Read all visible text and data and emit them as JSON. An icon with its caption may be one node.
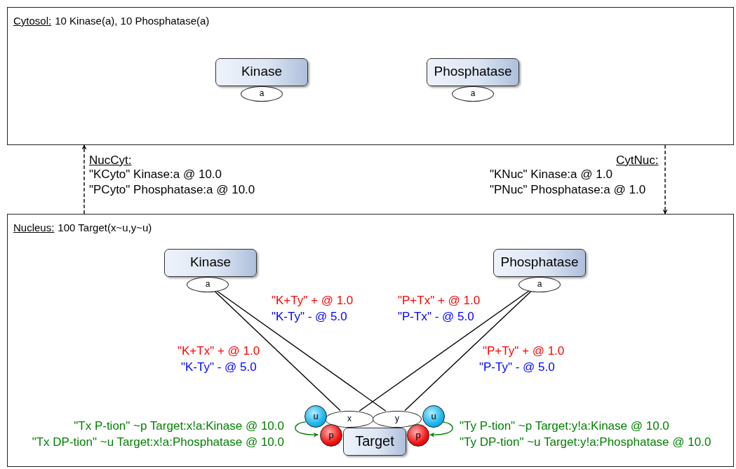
{
  "diagram": {
    "nodes": [
      {
        "text": [
          "Cytosol:",
          "10 Kinase(a), 10 Phosphatase(a)"
        ]
      },
      {
        "text": [
          "Kinase"
        ],
        "in": 0
      },
      {
        "text": [
          "a"
        ],
        "in": 0
      },
      {
        "text": [
          "Phosphatase"
        ],
        "in": 0
      },
      {
        "text": [
          "a"
        ],
        "in": 0
      },
      {
        "text": [
          "Nucleus:",
          "100 Target(x~u,y~u)"
        ]
      },
      {
        "text": [
          "Kinase"
        ],
        "in": 5
      },
      {
        "text": [
          "a"
        ],
        "in": 5
      },
      {
        "text": [
          "Phosphatase"
        ],
        "in": 5
      },
      {
        "text": [
          "a"
        ],
        "in": 5
      },
      {
        "text": [
          "Target"
        ],
        "in": 5
      },
      {
        "text": [
          "x"
        ],
        "in": 5
      },
      {
        "text": [
          "y"
        ],
        "in": 5
      },
      {
        "text": [
          "u"
        ],
        "in": 5
      },
      {
        "text": [
          "p"
        ],
        "in": 5
      },
      {
        "text": [
          "u"
        ],
        "in": 5
      },
      {
        "text": [
          "p"
        ],
        "in": 5
      }
    ],
    "edges": [
      {
        "from": 5,
        "to": 0,
        "arrow": "to",
        "style": "dashed",
        "label": "NucCyt:"
      },
      {
        "from": 0,
        "to": 5,
        "arrow": "to",
        "style": "dashed",
        "label": "CytNuc:"
      },
      {
        "from": 7,
        "to": 11,
        "arrow": "none"
      },
      {
        "from": 7,
        "to": 12,
        "arrow": "none"
      },
      {
        "from": 9,
        "to": 11,
        "arrow": "none"
      },
      {
        "from": 9,
        "to": 12,
        "arrow": "none"
      },
      {
        "from": 13,
        "to": 14,
        "arrow": "to",
        "color": "#008000"
      },
      {
        "from": 15,
        "to": 16,
        "arrow": "to",
        "color": "#008000"
      }
    ],
    "labels": [
      "\"KCyto\" Kinase:a @ 10.0",
      "\"PCyto\" Phosphatase:a @ 10.0",
      "\"KNuc\" Kinase:a @ 1.0",
      "\"PNuc\" Phosphatase:a @ 1.0",
      "\"K+Ty\" + @ 1.0",
      "\"K-Ty\" - @ 5.0",
      "\"P+Tx\" + @ 1.0",
      "\"P-Tx\" - @ 5.0",
      "\"K+Tx\" + @ 1.0",
      "\"K-Ty\" - @ 5.0",
      "\"P+Ty\" + @ 1.0",
      "\"P-Ty\" - @ 5.0",
      "\"Tx P-tion\" ~p Target:x!a:Kinase @ 10.0",
      "\"Tx DP-tion\" ~u Target:x!a:Phosphatase @ 10.0",
      "\"Ty P-tion\" ~p Target:y!a:Kinase @ 10.0",
      "\"Ty DP-tion\" ~u Target:y!a:Phosphatase @ 10.0"
    ]
  }
}
